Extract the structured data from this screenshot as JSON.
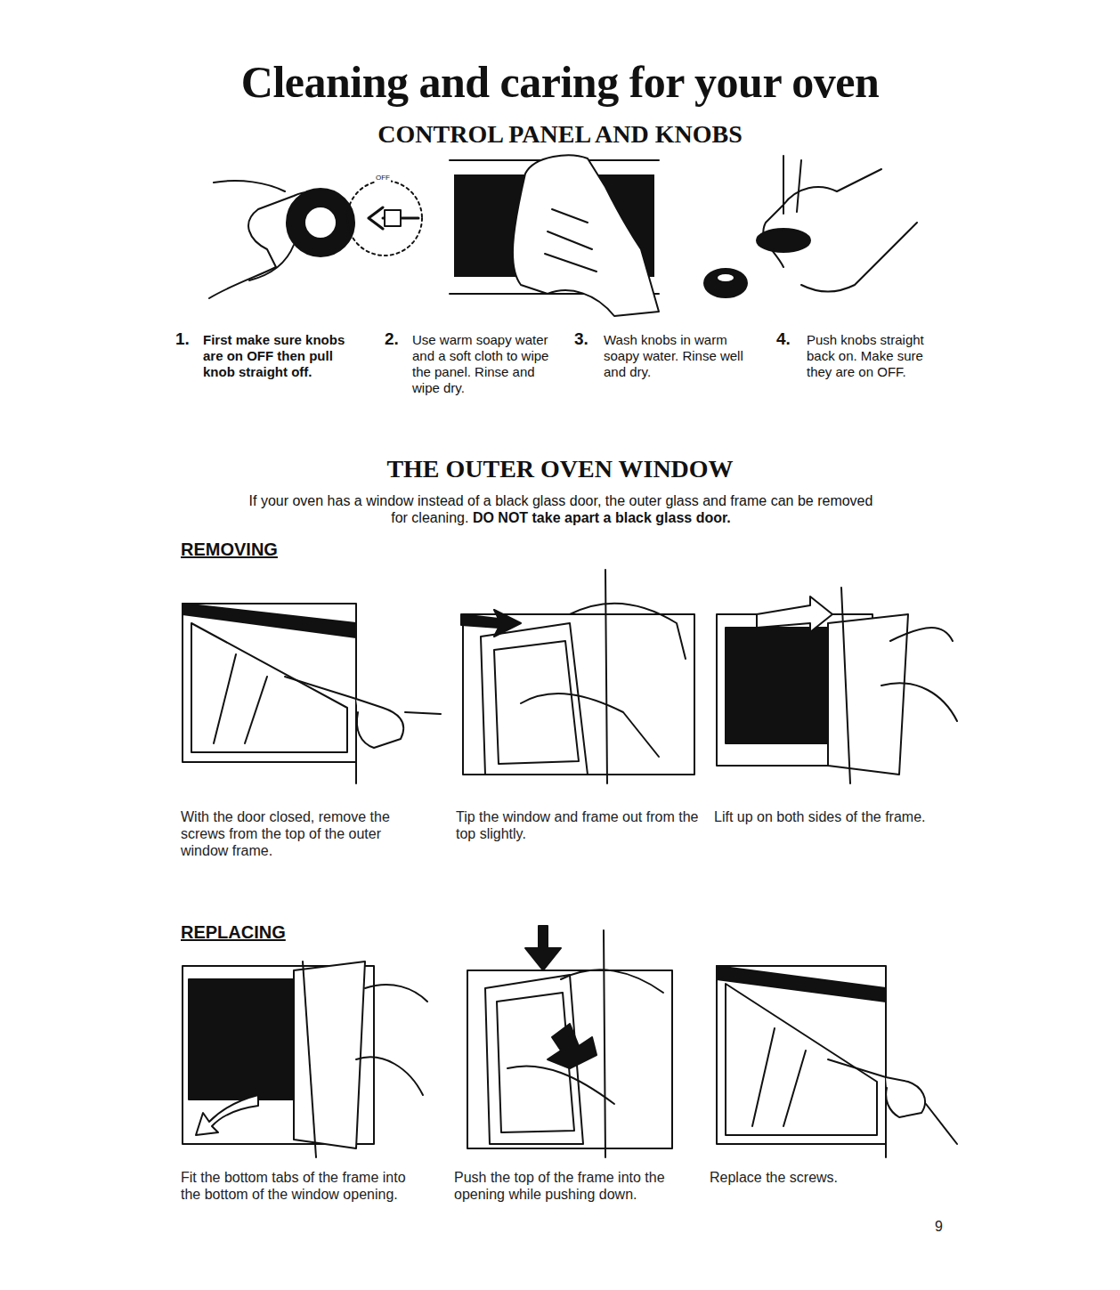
{
  "diagram": {
    "title": "Cleaning and caring for your oven",
    "labels": [
      "CONTROL PANEL AND KNOBS",
      "1.",
      "First make sure knobs are on OFF then pull knob straight off.",
      "2.",
      "Use warm soapy water and a soft cloth to wipe the panel. Rinse and wipe dry.",
      "3.",
      "Wash knobs in warm soapy water. Rinse well and dry.",
      "4.",
      "Push knobs straight back on. Make sure they are on OFF.",
      "THE OUTER OVEN WINDOW",
      "If your oven has a window instead of a black glass door, the outer glass and frame can be removed for cleaning.",
      "DO NOT take apart a black glass door.",
      "REMOVING",
      "With the door closed, remove the screws from the top of the outer window frame.",
      "Tip the window and frame out from the top slightly.",
      "Lift up on both sides of the frame.",
      "REPLACING",
      "Fit the bottom tabs of the frame into the bottom of the window opening.",
      "Push the top of the frame into the opening while pushing down.",
      "Replace the screws.",
      "9",
      "OFF"
    ]
  }
}
